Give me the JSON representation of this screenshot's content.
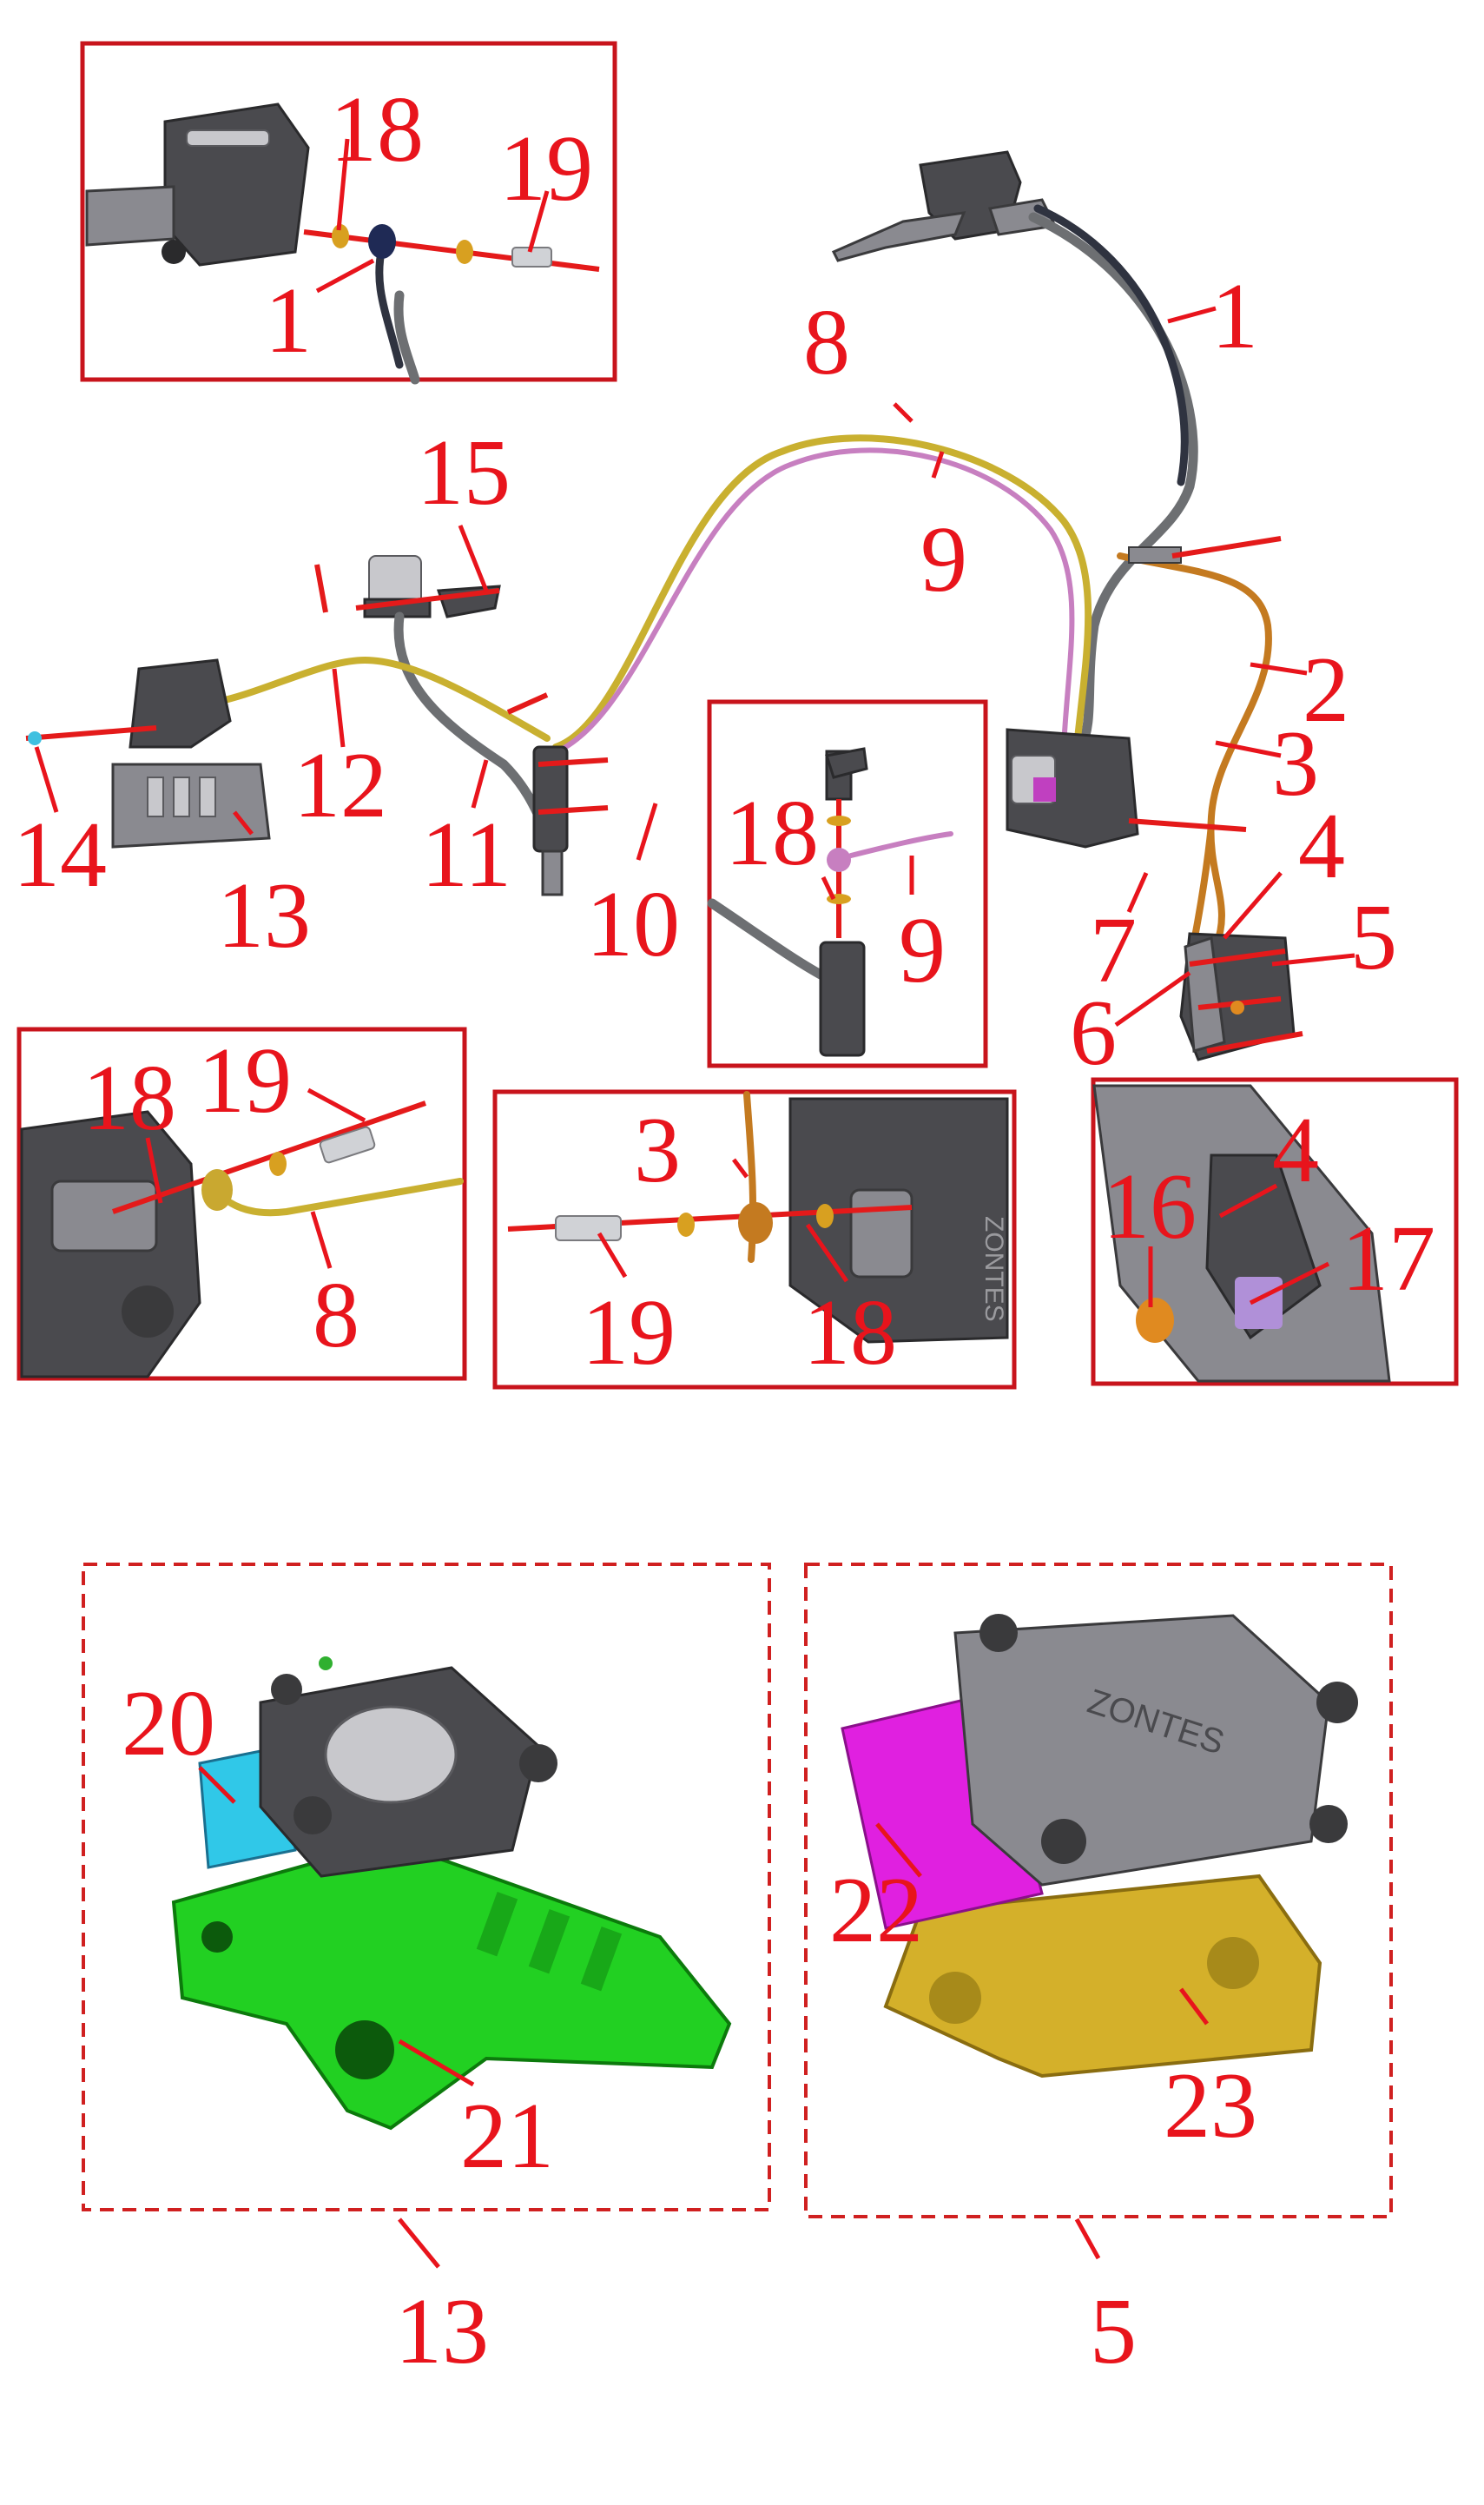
{
  "callouts": {
    "c1a": "1",
    "c1b": "1",
    "c2": "2",
    "c3a": "3",
    "c3b": "3",
    "c4a": "4",
    "c4b": "4",
    "c5a": "5",
    "c5b": "5",
    "c6": "6",
    "c7": "7",
    "c8a": "8",
    "c8b": "8",
    "c9a": "9",
    "c9b": "9",
    "c10": "10",
    "c11": "11",
    "c12": "12",
    "c13a": "13",
    "c13b": "13",
    "c14": "14",
    "c15": "15",
    "c16": "16",
    "c17": "17",
    "c18a": "18",
    "c18b": "18",
    "c18c": "18",
    "c18d": "18",
    "c19a": "19",
    "c19b": "19",
    "c19c": "19",
    "c20": "20",
    "c21": "21",
    "c22": "22",
    "c23": "23"
  },
  "caliper_brand_text": "ZONTES",
  "colors": {
    "callout": "#e8141c",
    "frame": "#c8141c",
    "bracket_front": "#d4b02a",
    "pads_front": "#e020e0",
    "bracket_rear": "#22d022",
    "pads_rear": "#30c8e8",
    "hose_front": "#c47a20",
    "hose_yellow": "#c9b030",
    "hose_pink": "#c77fc0"
  }
}
